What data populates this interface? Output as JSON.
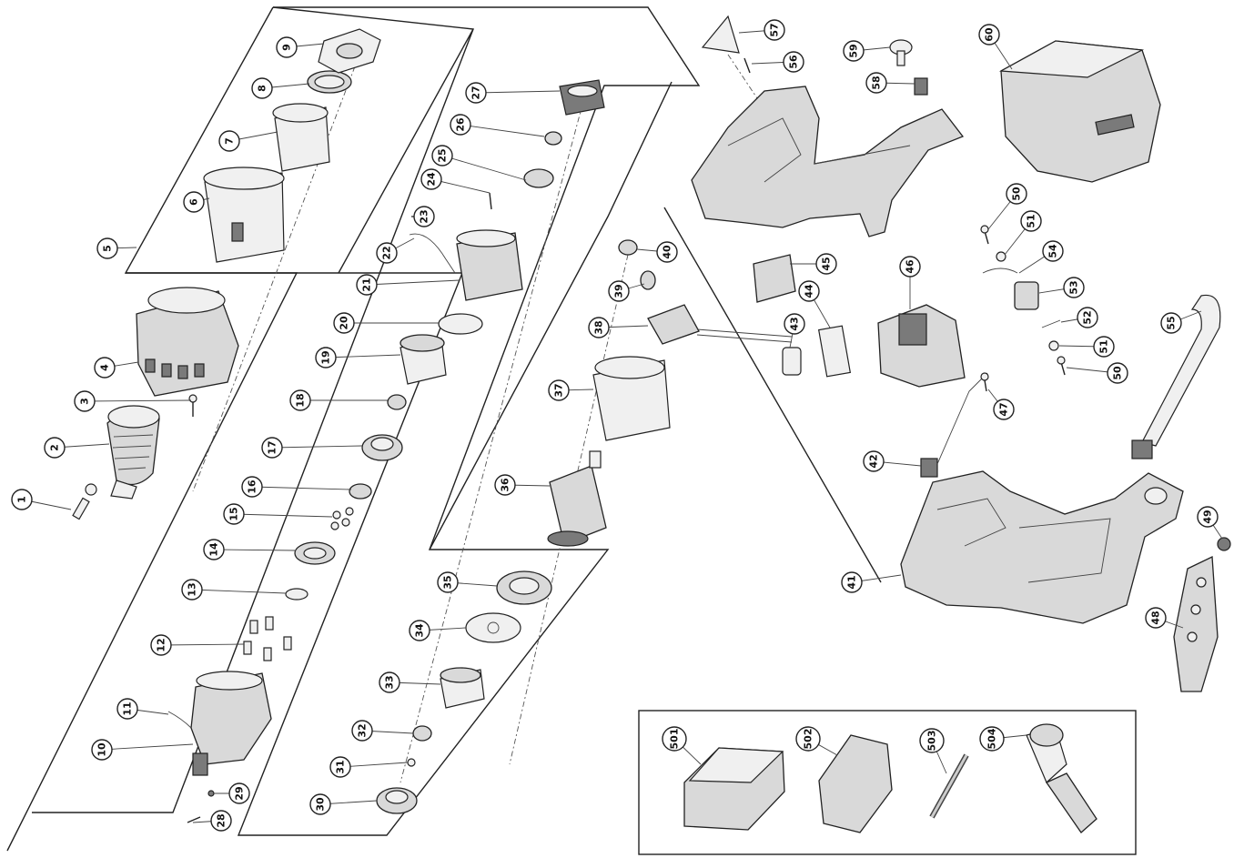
{
  "parts": [
    {
      "id": "p1",
      "label": "1"
    },
    {
      "id": "p2",
      "label": "2"
    },
    {
      "id": "p3",
      "label": "3"
    },
    {
      "id": "p4",
      "label": "4"
    },
    {
      "id": "p5",
      "label": "5"
    },
    {
      "id": "p6",
      "label": "6"
    },
    {
      "id": "p7",
      "label": "7"
    },
    {
      "id": "p8",
      "label": "8"
    },
    {
      "id": "p9",
      "label": "9"
    },
    {
      "id": "p10",
      "label": "10"
    },
    {
      "id": "p11",
      "label": "11"
    },
    {
      "id": "p12",
      "label": "12"
    },
    {
      "id": "p13",
      "label": "13"
    },
    {
      "id": "p14",
      "label": "14"
    },
    {
      "id": "p15",
      "label": "15"
    },
    {
      "id": "p16",
      "label": "16"
    },
    {
      "id": "p17",
      "label": "17"
    },
    {
      "id": "p18",
      "label": "18"
    },
    {
      "id": "p19",
      "label": "19"
    },
    {
      "id": "p20",
      "label": "20"
    },
    {
      "id": "p21",
      "label": "21"
    },
    {
      "id": "p22",
      "label": "22"
    },
    {
      "id": "p23",
      "label": "23"
    },
    {
      "id": "p24",
      "label": "24"
    },
    {
      "id": "p25",
      "label": "25"
    },
    {
      "id": "p26",
      "label": "26"
    },
    {
      "id": "p27",
      "label": "27"
    },
    {
      "id": "p28",
      "label": "28"
    },
    {
      "id": "p29",
      "label": "29"
    },
    {
      "id": "p30",
      "label": "30"
    },
    {
      "id": "p31",
      "label": "31"
    },
    {
      "id": "p32",
      "label": "32"
    },
    {
      "id": "p33",
      "label": "33"
    },
    {
      "id": "p34",
      "label": "34"
    },
    {
      "id": "p35",
      "label": "35"
    },
    {
      "id": "p36",
      "label": "36"
    },
    {
      "id": "p37",
      "label": "37"
    },
    {
      "id": "p38",
      "label": "38"
    },
    {
      "id": "p39",
      "label": "39"
    },
    {
      "id": "p40",
      "label": "40"
    },
    {
      "id": "p41",
      "label": "41"
    },
    {
      "id": "p42",
      "label": "42"
    },
    {
      "id": "p43",
      "label": "43"
    },
    {
      "id": "p44",
      "label": "44"
    },
    {
      "id": "p45",
      "label": "45"
    },
    {
      "id": "p46",
      "label": "46"
    },
    {
      "id": "p47",
      "label": "47"
    },
    {
      "id": "p48",
      "label": "48"
    },
    {
      "id": "p49",
      "label": "49"
    },
    {
      "id": "p50a",
      "label": "50"
    },
    {
      "id": "p50b",
      "label": "50"
    },
    {
      "id": "p51a",
      "label": "51"
    },
    {
      "id": "p51b",
      "label": "51"
    },
    {
      "id": "p52",
      "label": "52"
    },
    {
      "id": "p53",
      "label": "53"
    },
    {
      "id": "p54",
      "label": "54"
    },
    {
      "id": "p55",
      "label": "55"
    },
    {
      "id": "p56",
      "label": "56"
    },
    {
      "id": "p57",
      "label": "57"
    },
    {
      "id": "p58",
      "label": "58"
    },
    {
      "id": "p59",
      "label": "59"
    },
    {
      "id": "p60",
      "label": "60"
    },
    {
      "id": "p501",
      "label": "501"
    },
    {
      "id": "p502",
      "label": "502"
    },
    {
      "id": "p503",
      "label": "503"
    },
    {
      "id": "p504",
      "label": "504"
    }
  ]
}
